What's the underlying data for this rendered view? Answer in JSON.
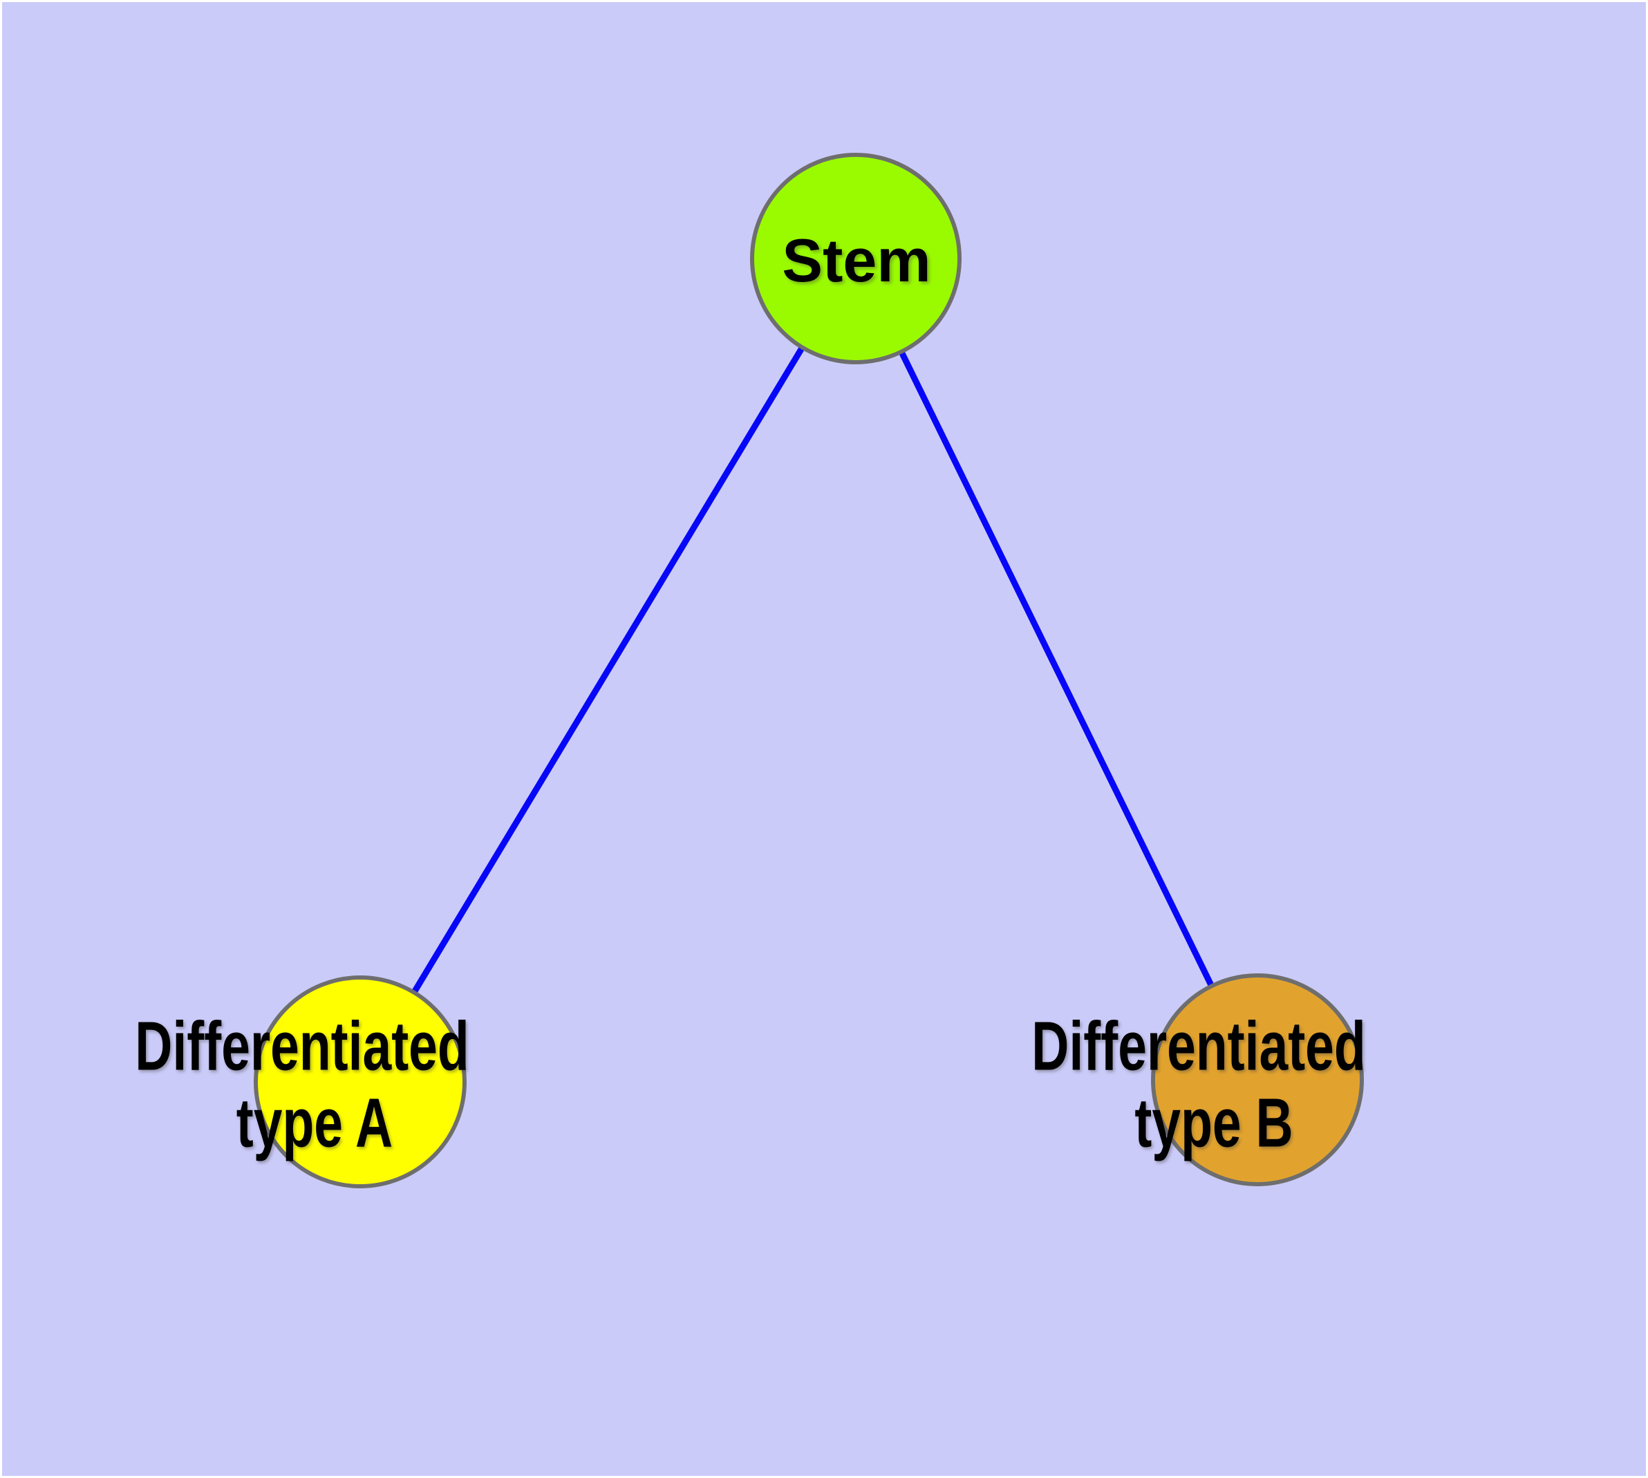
{
  "diagram": {
    "background_color": "#CBCBF9",
    "frame_color": "#FFFFFF",
    "edge_color": "#0707F8",
    "node_border_color": "#6E6E6E",
    "label_color": "#000000",
    "nodes": {
      "stem": {
        "label": "Stem",
        "fill": "#9AFB00"
      },
      "type_a": {
        "label_line1": "Differentiated",
        "label_line2": "type A",
        "fill": "#FFFF00"
      },
      "type_b": {
        "label_line1": "Differentiated",
        "label_line2": "type B",
        "fill": "#E2A32E"
      }
    },
    "edges": [
      {
        "from": "stem",
        "to": "type_a"
      },
      {
        "from": "stem",
        "to": "type_b"
      }
    ]
  }
}
